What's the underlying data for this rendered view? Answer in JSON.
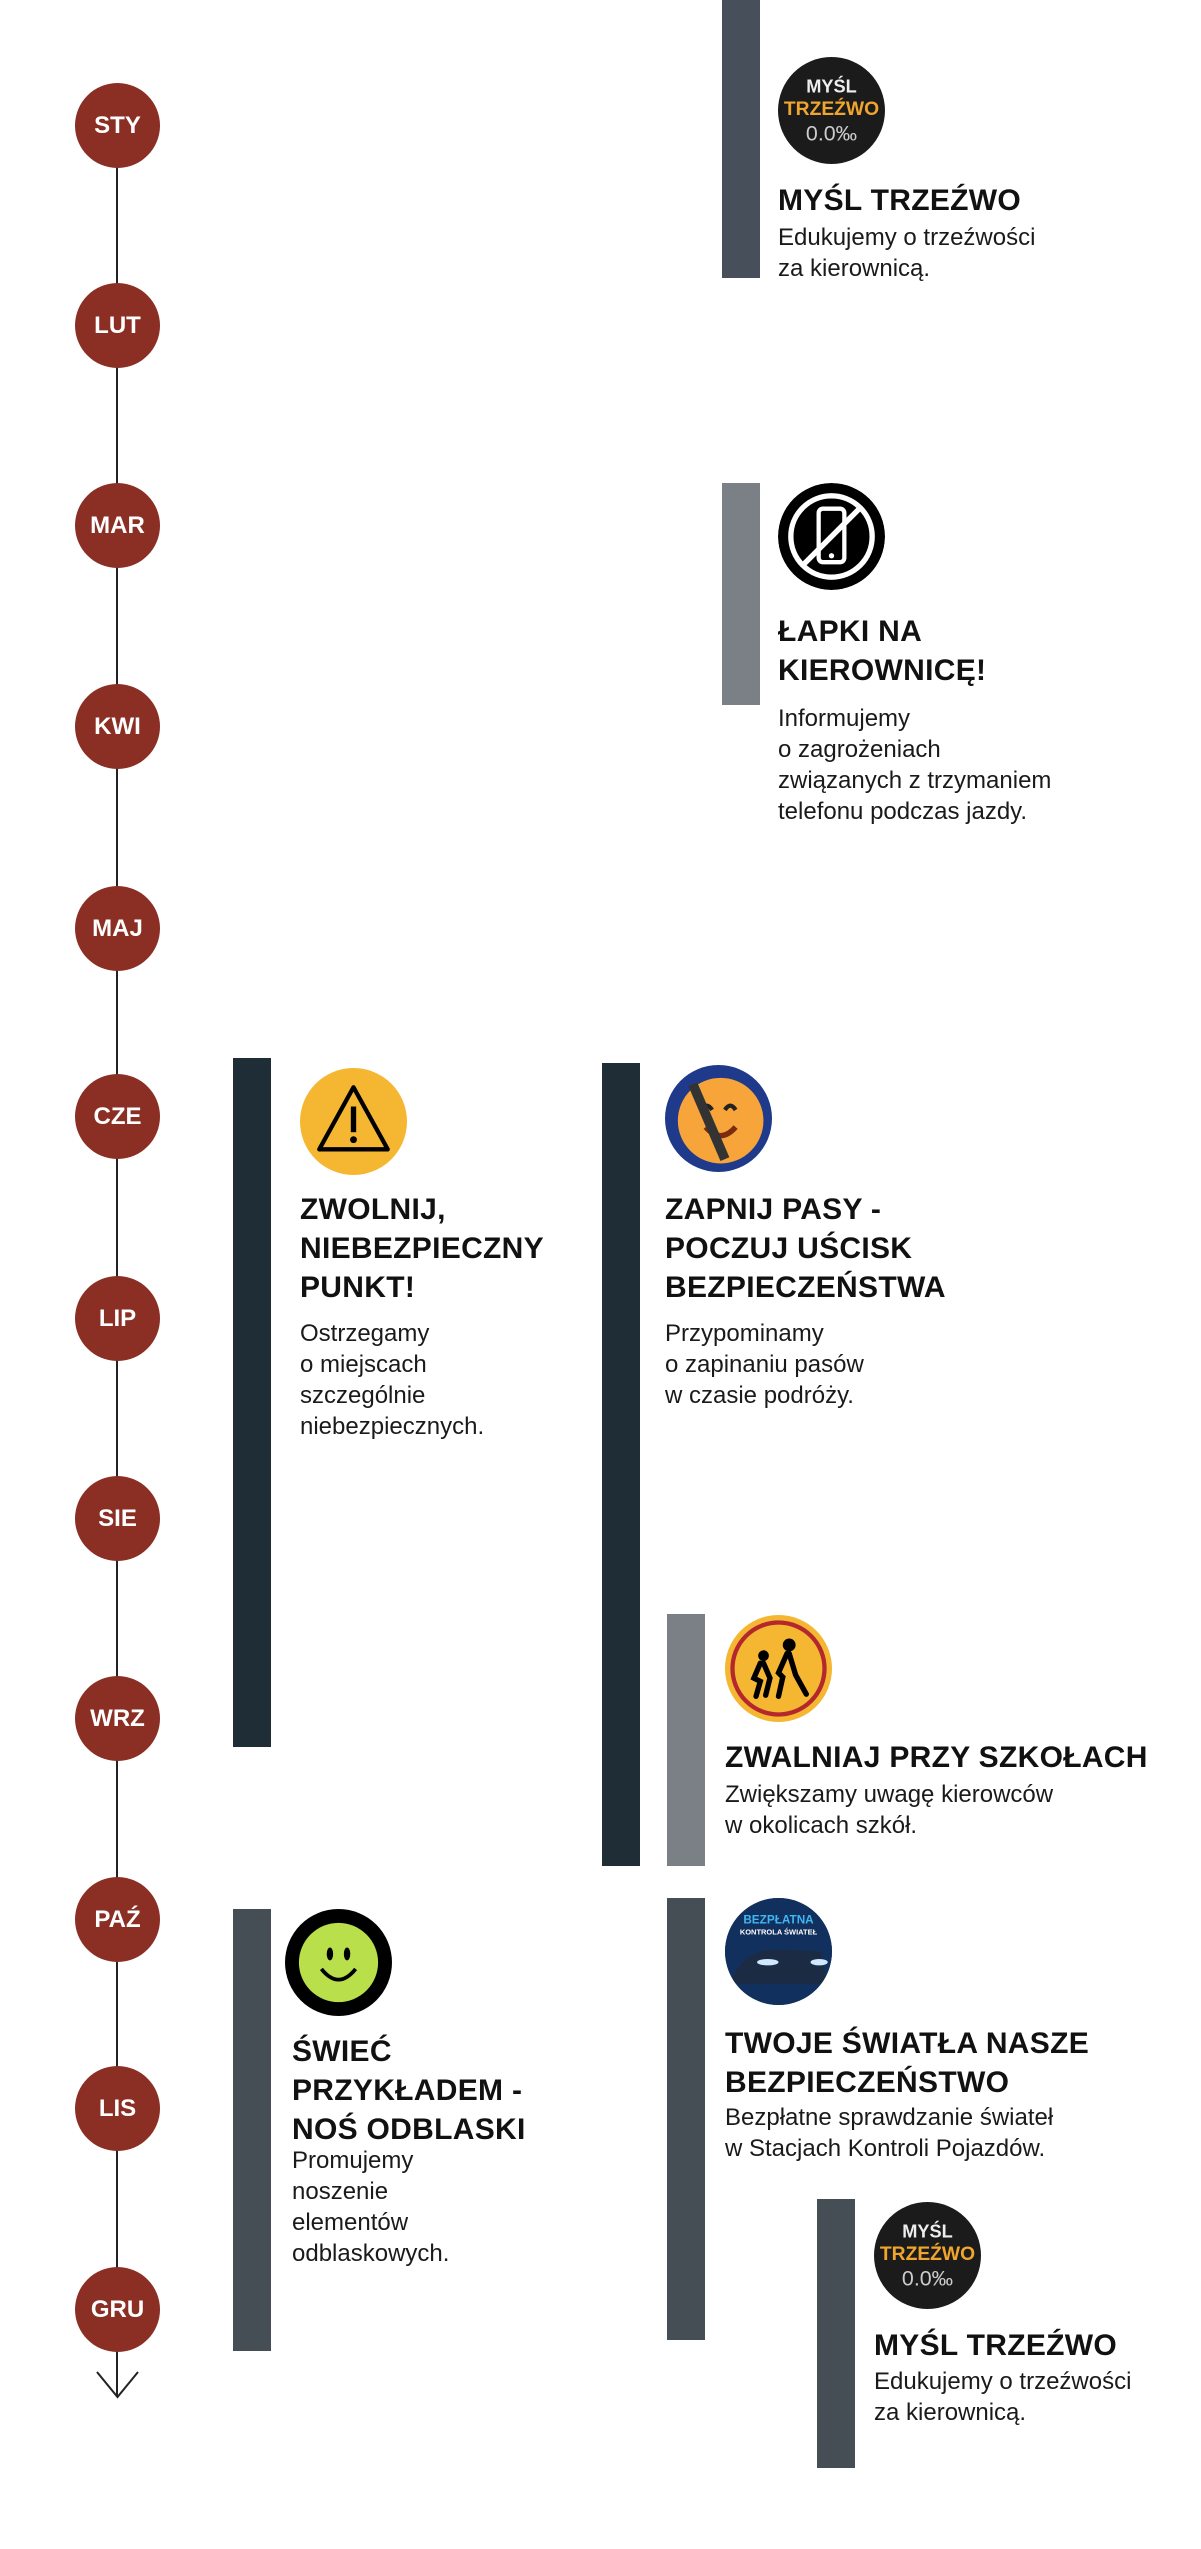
{
  "months": [
    "STY",
    "LUT",
    "MAR",
    "KWI",
    "MAJ",
    "CZE",
    "LIP",
    "SIE",
    "WRZ",
    "PAŹ",
    "LIS",
    "GRU"
  ],
  "colors": {
    "month_circle": "#8b2e24",
    "bar_dark": "#1f2d36",
    "bar_slate": "#454d55",
    "bar_grey": "#7a8086"
  },
  "campaigns": [
    {
      "title": "MYŚL TRZEŹWO",
      "body": "Edukujemy o trzeźwości\nza kierownicą.",
      "icon": "mysl-trzezwo-badge-icon",
      "badge": [
        "MYŚL",
        "TRZEŹWO",
        "0.0‰"
      ]
    },
    {
      "title": "ŁAPKI NA\nKIEROWNICĘ!",
      "body": "Informujemy\no zagrożeniach\nzwiązanych z trzymaniem\ntelefonu podczas jazdy.",
      "icon": "no-phone-icon"
    },
    {
      "title": "ZWOLNIJ,\nNIEBEZPIECZNY\nPUNKT!",
      "body": "Ostrzegamy\no miejscach\nszczególnie\nniebezpiecznych.",
      "icon": "warning-triangle-icon"
    },
    {
      "title": "ZAPNIJ PASY -\nPOCZUJ UŚCISK\nBEZPIECZEŃSTWA",
      "body": "Przypominamy\no zapinaniu pasów\nw czasie podróży.",
      "icon": "seatbelt-smiley-icon"
    },
    {
      "title": "ZWALNIAJ PRZY SZKOŁACH",
      "body": "Zwiększamy uwagę kierowców\nw okolicach szkół.",
      "icon": "school-children-sign-icon"
    },
    {
      "title": "ŚWIEĆ\nPRZYKŁADEM -\nNOŚ ODBLASKI",
      "body": "Promujemy\nnoszenie\nelementów\nodblaskowych.",
      "icon": "reflector-smiley-icon"
    },
    {
      "title": "TWOJE ŚWIATŁA NASZE\nBEZPIECZEŃSTWO",
      "body": "Bezpłatne sprawdzanie świateł\nw Stacjach Kontroli Pojazdów.",
      "icon": "headlights-check-icon",
      "badge": [
        "BEZPŁATNA",
        "KONTROLA ŚWIATEŁ"
      ]
    },
    {
      "title": "MYŚL TRZEŹWO",
      "body": "Edukujemy o trzeźwości\nza kierownicą.",
      "icon": "mysl-trzezwo-badge-icon",
      "badge": [
        "MYŚL",
        "TRZEŹWO",
        "0.0‰"
      ]
    }
  ]
}
